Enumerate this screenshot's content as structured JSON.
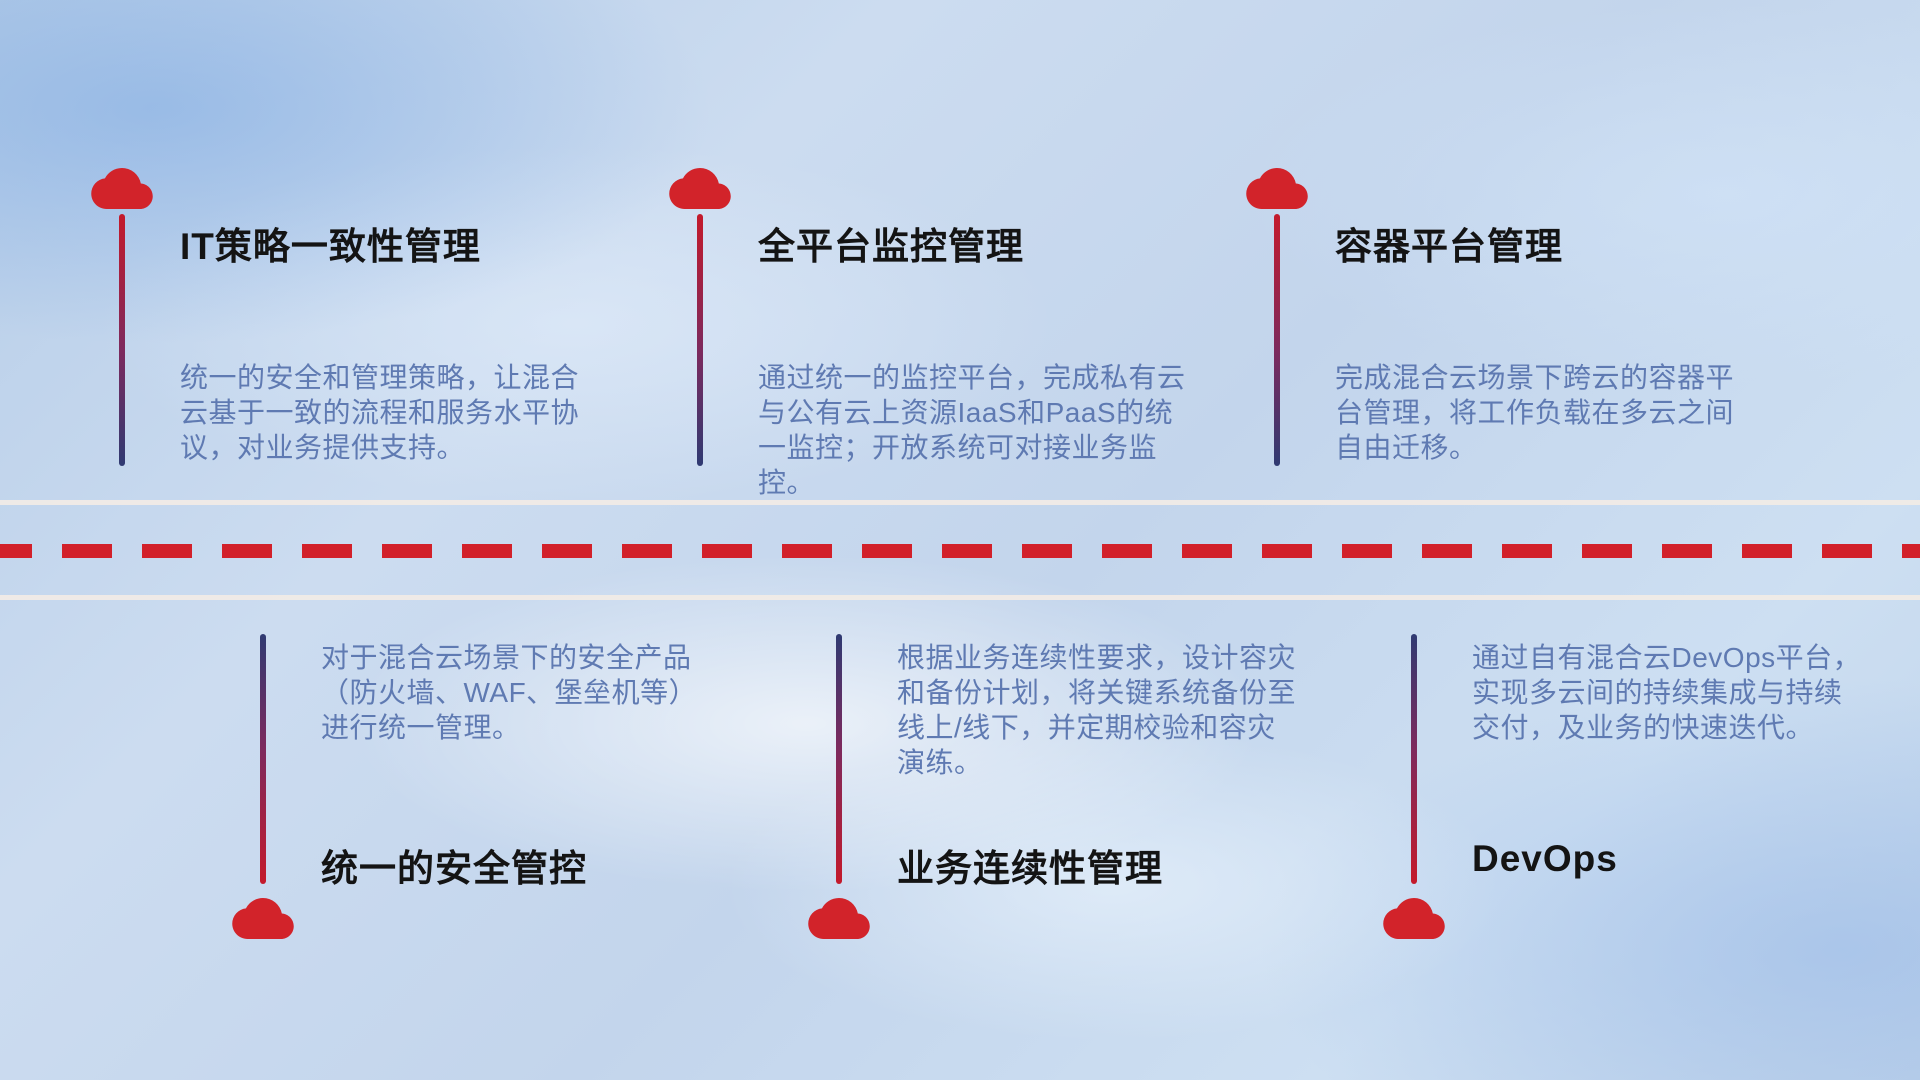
{
  "top_items": [
    {
      "title": "IT策略一致性管理",
      "desc": "统一的安全和管理策略，让混合云基于一致的流程和服务水平协议，对业务提供支持。"
    },
    {
      "title": "全平台监控管理",
      "desc": "通过统一的监控平台，完成私有云与公有云上资源IaaS和PaaS的统一监控；开放系统可对接业务监控。"
    },
    {
      "title": "容器平台管理",
      "desc": "完成混合云场景下跨云的容器平台管理，将工作负载在多云之间自由迁移。"
    }
  ],
  "bottom_items": [
    {
      "title": "统一的安全管控",
      "desc": "对于混合云场景下的安全产品（防火墙、WAF、堡垒机等）进行统一管理。"
    },
    {
      "title": "业务连续性管理",
      "desc": "根据业务连续性要求，设计容灾和备份计划，将关键系统备份至线上/线下，并定期校验和容灾演练。"
    },
    {
      "title": "DevOps",
      "desc": "通过自有混合云DevOps平台，实现多云间的持续集成与持续交付，及业务的快速迭代。"
    }
  ],
  "colors": {
    "cloud_red": "#d2232a",
    "dash_red": "#d2202a",
    "title_text": "#141414",
    "desc_text": "#5f7ab2",
    "line_gradient_red": "#c41a2b",
    "line_gradient_navy": "#2f3a72"
  }
}
